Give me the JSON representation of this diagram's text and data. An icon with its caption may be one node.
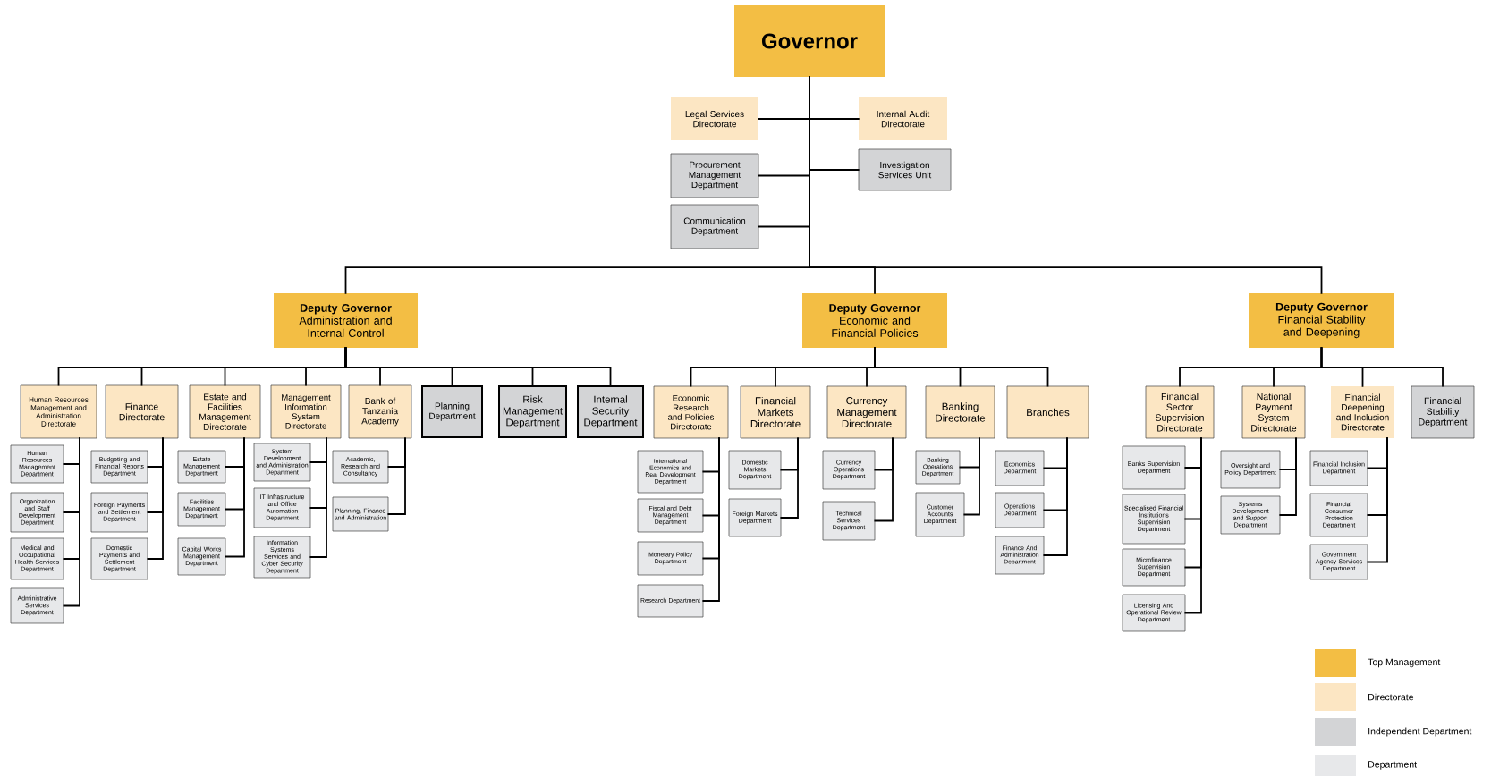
{
  "diagram": {
    "nodes": [
      {
        "text": [
          "Governor"
        ]
      },
      {
        "text": [
          "Legal Services Directorate"
        ]
      },
      {
        "text": [
          "Internal Audit Directorate"
        ]
      },
      {
        "text": [
          "Procurement Management Department"
        ]
      },
      {
        "text": [
          "Investigation Services Unit"
        ]
      },
      {
        "text": [
          "Communication Department"
        ]
      },
      {
        "text": [
          "Deputy Governor",
          "Administration and Internal Control"
        ]
      },
      {
        "text": [
          "Deputy Governor",
          "Economic and Financial Policies"
        ]
      },
      {
        "text": [
          "Deputy Governor",
          "Financial Stability and Deepening"
        ]
      },
      {
        "text": [
          "Human Resources Management and Administration Directorate"
        ]
      },
      {
        "text": [
          "Human Resources Management Department"
        ]
      },
      {
        "text": [
          "Organization and Staff Development Department"
        ]
      },
      {
        "text": [
          "Medical and Occupational Health Services Department"
        ]
      },
      {
        "text": [
          "Administrative Services Department"
        ]
      },
      {
        "text": [
          "Finance Directorate"
        ]
      },
      {
        "text": [
          "Budgeting and Financial Reports Department"
        ]
      },
      {
        "text": [
          "Foreign Payments and Settlement Department"
        ]
      },
      {
        "text": [
          "Domestic Payments and Settlement Department"
        ]
      },
      {
        "text": [
          "Estate and Facilities Management Directorate"
        ]
      },
      {
        "text": [
          "Estate Management Department"
        ]
      },
      {
        "text": [
          "Facilities Management Department"
        ]
      },
      {
        "text": [
          "Capital Works Management Department"
        ]
      },
      {
        "text": [
          "Management Information System Directorate"
        ]
      },
      {
        "text": [
          "System Development and Administration Department"
        ]
      },
      {
        "text": [
          "IT Infrastructure and Office Automation Department"
        ]
      },
      {
        "text": [
          "Information Systems Services and Cyber Security Department"
        ]
      },
      {
        "text": [
          "Bank of Tanzania Academy"
        ]
      },
      {
        "text": [
          "Academic, Research and Consultancy"
        ]
      },
      {
        "text": [
          "Planning, Finance and Administration"
        ]
      },
      {
        "text": [
          "Planning Department"
        ]
      },
      {
        "text": [
          "Risk Management Department"
        ]
      },
      {
        "text": [
          "Internal Security Department"
        ]
      },
      {
        "text": [
          "Economic Research and Policies Directorate"
        ]
      },
      {
        "text": [
          "International Economics and Real Development Department"
        ]
      },
      {
        "text": [
          "Fiscal and Debt Management Department"
        ]
      },
      {
        "text": [
          "Monetary Policy Department"
        ]
      },
      {
        "text": [
          "Research Department"
        ]
      },
      {
        "text": [
          "Financial Markets Directorate"
        ]
      },
      {
        "text": [
          "Domestic Markets Department"
        ]
      },
      {
        "text": [
          "Foreign Markets Department"
        ]
      },
      {
        "text": [
          "Currency Management Directorate"
        ]
      },
      {
        "text": [
          "Currency Operations Department"
        ]
      },
      {
        "text": [
          "Technical Services Department"
        ]
      },
      {
        "text": [
          "Banking Directorate"
        ]
      },
      {
        "text": [
          "Banking Operations Department"
        ]
      },
      {
        "text": [
          "Customer Accounts Department"
        ]
      },
      {
        "text": [
          "Branches"
        ]
      },
      {
        "text": [
          "Economics Department"
        ]
      },
      {
        "text": [
          "Operations Department"
        ]
      },
      {
        "text": [
          "Finance And Administration Department"
        ]
      },
      {
        "text": [
          "Financial Sector Supervision Directorate"
        ]
      },
      {
        "text": [
          "Banks Supervision Department"
        ]
      },
      {
        "text": [
          "Specialised Financial Institutions Supervision Department"
        ]
      },
      {
        "text": [
          "Microfinance Supervision Department"
        ]
      },
      {
        "text": [
          "Licensing And Operational Review Department"
        ]
      },
      {
        "text": [
          "National Payment System Directorate"
        ]
      },
      {
        "text": [
          "Oversight and Policy Department"
        ]
      },
      {
        "text": [
          "Systems Development and Support Department"
        ]
      },
      {
        "text": [
          "Financial Deepening and Inclusion Directorate"
        ]
      },
      {
        "text": [
          "Financial Inclusion Department"
        ]
      },
      {
        "text": [
          "Financial Consumer Protection Department"
        ]
      },
      {
        "text": [
          "Government Agency Services Department"
        ]
      },
      {
        "text": [
          "Financial Stability Department"
        ]
      }
    ],
    "edges": [
      {
        "from": 0,
        "to": 1,
        "arrow": "none"
      },
      {
        "from": 0,
        "to": 2,
        "arrow": "none"
      },
      {
        "from": 0,
        "to": 3,
        "arrow": "none"
      },
      {
        "from": 0,
        "to": 4,
        "arrow": "none"
      },
      {
        "from": 0,
        "to": 5,
        "arrow": "none"
      },
      {
        "from": 0,
        "to": 6,
        "arrow": "none"
      },
      {
        "from": 0,
        "to": 7,
        "arrow": "none"
      },
      {
        "from": 0,
        "to": 8,
        "arrow": "none"
      },
      {
        "from": 6,
        "to": 9,
        "arrow": "none"
      },
      {
        "from": 6,
        "to": 14,
        "arrow": "none"
      },
      {
        "from": 6,
        "to": 18,
        "arrow": "none"
      },
      {
        "from": 6,
        "to": 22,
        "arrow": "none"
      },
      {
        "from": 6,
        "to": 26,
        "arrow": "none"
      },
      {
        "from": 6,
        "to": 29,
        "arrow": "none"
      },
      {
        "from": 6,
        "to": 30,
        "arrow": "none"
      },
      {
        "from": 6,
        "to": 31,
        "arrow": "none"
      },
      {
        "from": 9,
        "to": 10,
        "arrow": "none"
      },
      {
        "from": 9,
        "to": 11,
        "arrow": "none"
      },
      {
        "from": 9,
        "to": 12,
        "arrow": "none"
      },
      {
        "from": 9,
        "to": 13,
        "arrow": "none"
      },
      {
        "from": 14,
        "to": 15,
        "arrow": "none"
      },
      {
        "from": 14,
        "to": 16,
        "arrow": "none"
      },
      {
        "from": 14,
        "to": 17,
        "arrow": "none"
      },
      {
        "from": 18,
        "to": 19,
        "arrow": "none"
      },
      {
        "from": 18,
        "to": 20,
        "arrow": "none"
      },
      {
        "from": 18,
        "to": 21,
        "arrow": "none"
      },
      {
        "from": 22,
        "to": 23,
        "arrow": "none"
      },
      {
        "from": 22,
        "to": 24,
        "arrow": "none"
      },
      {
        "from": 22,
        "to": 25,
        "arrow": "none"
      },
      {
        "from": 26,
        "to": 27,
        "arrow": "none"
      },
      {
        "from": 26,
        "to": 28,
        "arrow": "none"
      },
      {
        "from": 7,
        "to": 32,
        "arrow": "none"
      },
      {
        "from": 7,
        "to": 37,
        "arrow": "none"
      },
      {
        "from": 7,
        "to": 40,
        "arrow": "none"
      },
      {
        "from": 7,
        "to": 43,
        "arrow": "none"
      },
      {
        "from": 7,
        "to": 46,
        "arrow": "none"
      },
      {
        "from": 32,
        "to": 33,
        "arrow": "none"
      },
      {
        "from": 32,
        "to": 34,
        "arrow": "none"
      },
      {
        "from": 32,
        "to": 35,
        "arrow": "none"
      },
      {
        "from": 32,
        "to": 36,
        "arrow": "none"
      },
      {
        "from": 37,
        "to": 38,
        "arrow": "none"
      },
      {
        "from": 37,
        "to": 39,
        "arrow": "none"
      },
      {
        "from": 40,
        "to": 41,
        "arrow": "none"
      },
      {
        "from": 40,
        "to": 42,
        "arrow": "none"
      },
      {
        "from": 43,
        "to": 44,
        "arrow": "none"
      },
      {
        "from": 43,
        "to": 45,
        "arrow": "none"
      },
      {
        "from": 46,
        "to": 47,
        "arrow": "none"
      },
      {
        "from": 46,
        "to": 48,
        "arrow": "none"
      },
      {
        "from": 46,
        "to": 49,
        "arrow": "none"
      },
      {
        "from": 8,
        "to": 50,
        "arrow": "none"
      },
      {
        "from": 8,
        "to": 55,
        "arrow": "none"
      },
      {
        "from": 8,
        "to": 58,
        "arrow": "none"
      },
      {
        "from": 8,
        "to": 62,
        "arrow": "none"
      },
      {
        "from": 50,
        "to": 51,
        "arrow": "none"
      },
      {
        "from": 50,
        "to": 52,
        "arrow": "none"
      },
      {
        "from": 50,
        "to": 53,
        "arrow": "none"
      },
      {
        "from": 50,
        "to": 54,
        "arrow": "none"
      },
      {
        "from": 55,
        "to": 56,
        "arrow": "none"
      },
      {
        "from": 55,
        "to": 57,
        "arrow": "none"
      },
      {
        "from": 58,
        "to": 59,
        "arrow": "none"
      },
      {
        "from": 58,
        "to": 60,
        "arrow": "none"
      },
      {
        "from": 58,
        "to": 61,
        "arrow": "none"
      }
    ],
    "legend": [
      {
        "text": "Top Management",
        "color": "#f3be44"
      },
      {
        "text": "Directorate",
        "color": "#fce6c3"
      },
      {
        "text": "Independent Department",
        "color": "#d3d4d6"
      },
      {
        "text": "Department",
        "color": "#e7e8ea"
      }
    ]
  }
}
